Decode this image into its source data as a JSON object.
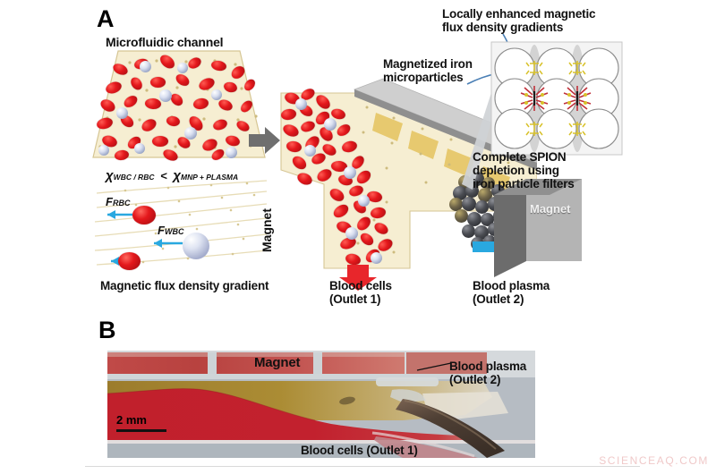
{
  "figure": {
    "panels": [
      {
        "letter": "A",
        "type": "schematic"
      },
      {
        "letter": "B",
        "type": "photograph"
      }
    ],
    "watermark": "SCIENCEAQ.COM"
  },
  "panelA": {
    "letter": "A",
    "labels": {
      "microfluidic_channel": "Microfluidic channel",
      "susceptibility_relation": "χ WBC / RBC  <  χ MNP + PLASMA",
      "chi_symbol": "χ",
      "chi_left_sub": "WBC / RBC",
      "chi_operator": "<",
      "chi_right_sub": "MNP + PLASMA",
      "force_rbc": "F",
      "force_rbc_sub": "RBC",
      "force_wbc": "F",
      "force_wbc_sub": "WBC",
      "flux_gradient": "Magnetic flux density gradient",
      "magnet_vertical": "Magnet",
      "magnet_block": "Magnet",
      "blood_cells_outlet": "Blood cells\n(Outlet 1)",
      "blood_cells_line1": "Blood cells",
      "blood_cells_line2": "(Outlet 1)",
      "blood_plasma_line1": "Blood plasma",
      "blood_plasma_line2": "(Outlet 2)",
      "locally_enhanced_line1": "Locally enhanced magnetic",
      "locally_enhanced_line2": "flux density gradients",
      "magnetized_iron_line1": "Magnetized iron",
      "magnetized_iron_line2": "microparticles",
      "spion_line1": "Complete SPION",
      "spion_line2": "depletion using",
      "spion_line3": "iron particle filters"
    },
    "colors": {
      "channel_fill": "#f6eed2",
      "channel_border": "#d8c99a",
      "rbc_red": "#e4181c",
      "wbc_blue": "#9aa6c6",
      "arrow_gray": "#6f6f6f",
      "arrow_red": "#e8262b",
      "arrow_cyan": "#29a8e0",
      "magnet_gray": "#a7a7a7",
      "iron_dark": "#3a3c42"
    }
  },
  "panelB": {
    "letter": "B",
    "labels": {
      "magnet": "Magnet",
      "blood_plasma_line1": "Blood plasma",
      "blood_plasma_line2": "(Outlet 2)",
      "blood_cells": "Blood cells (Outlet 1)",
      "scale": "2 mm"
    },
    "colors": {
      "blood_red": "#c2212e",
      "plasma_amber": "#9f8030",
      "background_gray": "#b9bfc6",
      "tube_brown": "#5b4a3c"
    }
  }
}
